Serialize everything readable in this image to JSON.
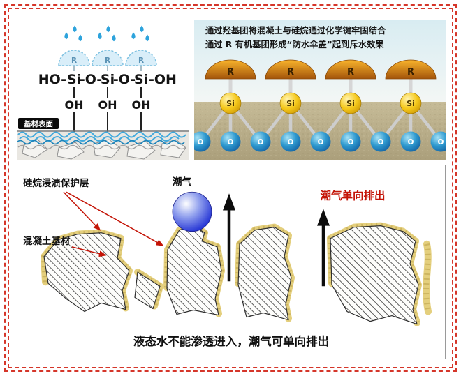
{
  "colors": {
    "border_red": "#d5362a",
    "annotation_red": "#c41407",
    "silane_yellow": "#e4cf7d",
    "water_blue": "#2438d8",
    "si_yellow": "#f5c518",
    "o_blue": "#2196d6",
    "dome_orange": "#e88a12",
    "droplet_blue": "#2da3dc"
  },
  "top_left": {
    "rain_r": "R",
    "ho_prefix": "HO-",
    "si": "Si",
    "o_link": "-O-",
    "oh_suffix": "-OH",
    "oh": "OH",
    "substrate_label": "基材表面"
  },
  "top_right": {
    "caption_line1": "通过羟基团将混凝土与硅烷通过化学键牢固结合",
    "caption_line2": "通过 R 有机基团形成“防水伞盖”起到斥水效果",
    "r": "R",
    "si": "Si",
    "o": "O"
  },
  "bottom": {
    "silane_layer_label": "硅烷浸渍保护层",
    "concrete_label": "混凝土基材",
    "moisture_label": "潮气",
    "one_way_label": "潮气单向排出",
    "caption": "液态水不能渗透进入，潮气可单向排出"
  }
}
